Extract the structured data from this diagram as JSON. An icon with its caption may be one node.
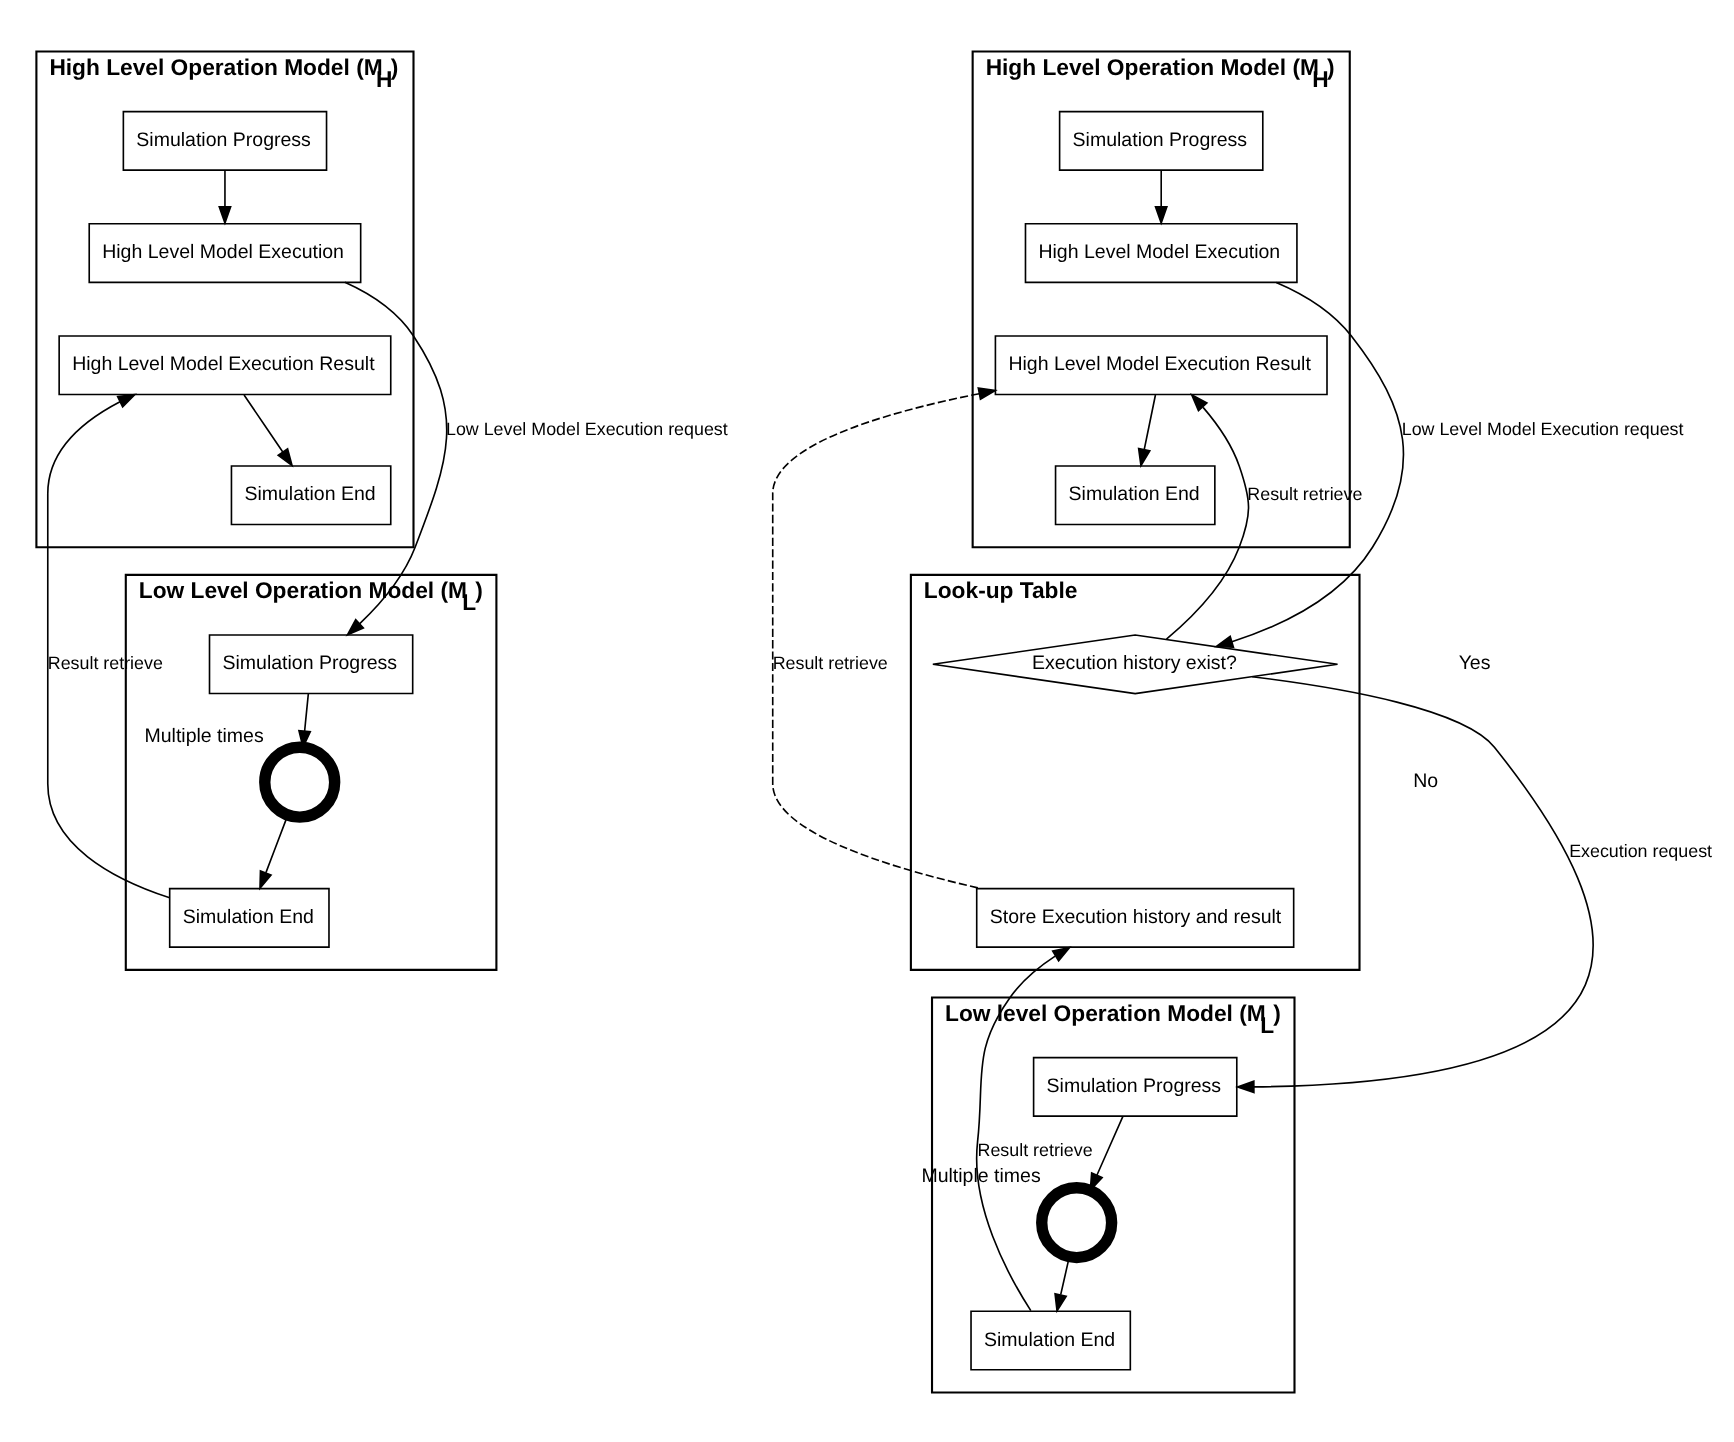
{
  "diagram": {
    "nodes": [
      {
        "text": [
          "High Level Operation Model (M$_{H}$)"
        ]
      },
      {
        "text": [
          "Simulation Progress"
        ],
        "in": 0
      },
      {
        "text": [
          "High Level Model Execution"
        ],
        "in": 0
      },
      {
        "text": [
          "High Level Model Execution Result"
        ],
        "in": 0
      },
      {
        "text": [
          "Simulation End"
        ],
        "in": 0
      },
      {
        "text": [
          "Low Level Operation Model (M$_{L}$)"
        ]
      },
      {
        "text": [
          "Simulation Progress"
        ],
        "in": 5
      },
      {
        "text": [],
        "shape": "circle",
        "in": 5,
        "beside": [
          "Multiple times"
        ]
      },
      {
        "text": [
          "Simulation End"
        ],
        "in": 5
      },
      {
        "text": [
          "High Level Operation Model (M$_{H}$)"
        ]
      },
      {
        "text": [
          "Simulation Progress"
        ],
        "in": 9
      },
      {
        "text": [
          "High Level Model Execution"
        ],
        "in": 9
      },
      {
        "text": [
          "High Level Model Execution Result"
        ],
        "in": 9
      },
      {
        "text": [
          "Simulation End"
        ],
        "in": 9
      },
      {
        "text": [
          "Look-up Table"
        ]
      },
      {
        "text": [
          "Execution history exist?"
        ],
        "in": 14
      },
      {
        "text": [
          "Store Execution history and result"
        ],
        "in": 14
      },
      {
        "text": [
          "Low level Operation Model (M$_{L}$)"
        ]
      },
      {
        "text": [
          "Simulation Progress"
        ],
        "in": 17
      },
      {
        "text": [],
        "shape": "circle",
        "in": 17,
        "beside": [
          "Multiple times"
        ]
      },
      {
        "text": [
          "Simulation End"
        ],
        "in": 17
      }
    ],
    "edges": [
      {
        "from": 1,
        "to": 2,
        "arrow": "to"
      },
      {
        "from": 3,
        "to": 4,
        "arrow": "to"
      },
      {
        "from": 2,
        "to": 6,
        "arrow": "to",
        "label": "Low Level Model Execution request"
      },
      {
        "from": 6,
        "to": 7,
        "arrow": "to"
      },
      {
        "from": 7,
        "to": 8,
        "arrow": "to"
      },
      {
        "from": 8,
        "to": 3,
        "arrow": "to",
        "label": "Result retrieve"
      },
      {
        "from": 10,
        "to": 11,
        "arrow": "to"
      },
      {
        "from": 12,
        "to": 13,
        "arrow": "to"
      },
      {
        "from": 11,
        "to": 15,
        "arrow": "to",
        "label": "Low Level Model Execution request"
      },
      {
        "from": 15,
        "to": 12,
        "arrow": "to",
        "label": "Result retrieve"
      },
      {
        "from": 15,
        "to": 18,
        "arrow": "to",
        "label": "Execution request"
      },
      {
        "from": 16,
        "to": 12,
        "arrow": "to",
        "label": "Result retrieve",
        "style": "dashed"
      },
      {
        "from": 18,
        "to": 19,
        "arrow": "to"
      },
      {
        "from": 19,
        "to": 20,
        "arrow": "to"
      },
      {
        "from": 20,
        "to": 16,
        "arrow": "to",
        "label": "Result retrieve"
      }
    ],
    "labels": [
      "Yes",
      "No"
    ]
  }
}
